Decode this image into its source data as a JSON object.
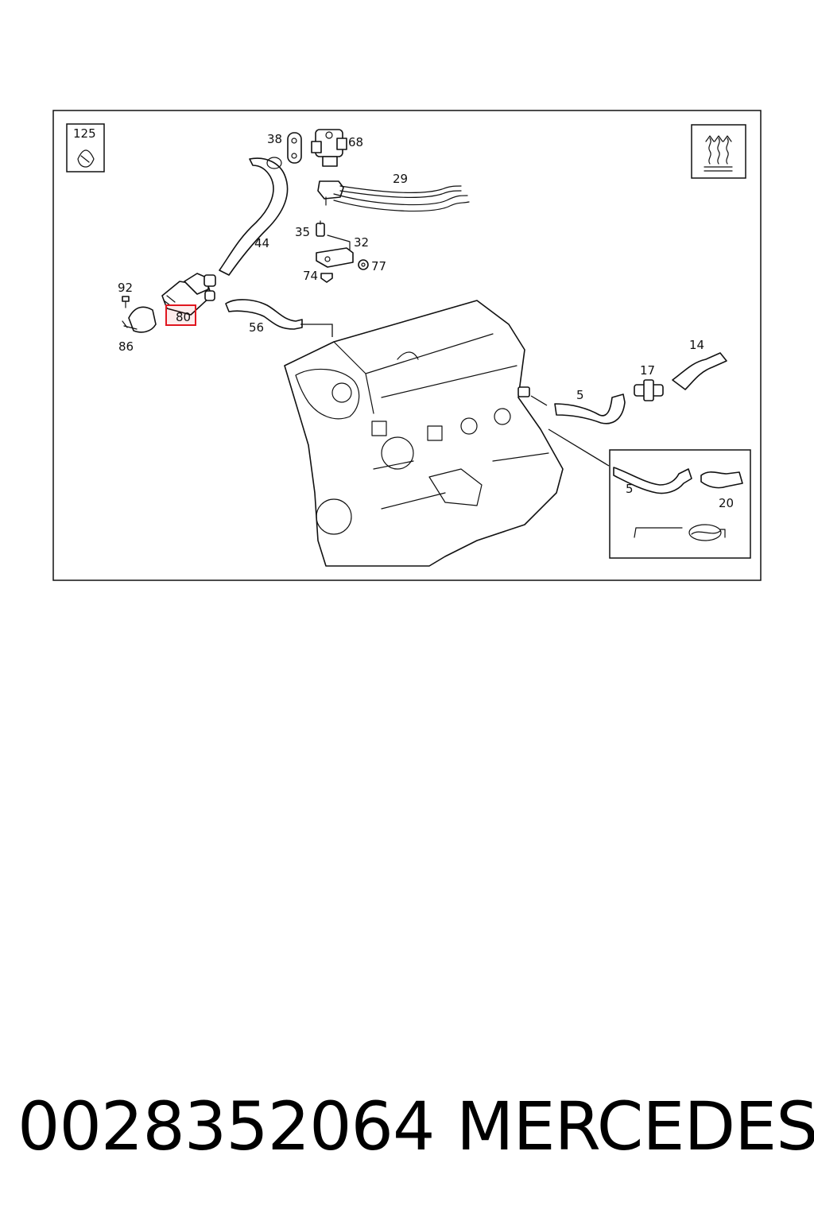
{
  "diagram": {
    "callouts": [
      {
        "id": "c125",
        "text": "125"
      },
      {
        "id": "c38",
        "text": "38"
      },
      {
        "id": "c68",
        "text": "68"
      },
      {
        "id": "c29",
        "text": "29"
      },
      {
        "id": "c35",
        "text": "35"
      },
      {
        "id": "c32",
        "text": "32"
      },
      {
        "id": "c77",
        "text": "77"
      },
      {
        "id": "c74",
        "text": "74"
      },
      {
        "id": "c44",
        "text": "44"
      },
      {
        "id": "c92",
        "text": "92"
      },
      {
        "id": "c80",
        "text": "80",
        "highlighted": true
      },
      {
        "id": "c86",
        "text": "86"
      },
      {
        "id": "c56",
        "text": "56"
      },
      {
        "id": "c14",
        "text": "14"
      },
      {
        "id": "c17",
        "text": "17"
      },
      {
        "id": "c5",
        "text": "5"
      },
      {
        "id": "c5b",
        "text": "5"
      },
      {
        "id": "c20",
        "text": "20"
      }
    ],
    "highlight_color": "#e0161f",
    "icons": [
      "clamp-icon",
      "heating-symbol-icon"
    ]
  },
  "caption": {
    "part_number": "0028352064",
    "brand": "MERCEDES"
  }
}
